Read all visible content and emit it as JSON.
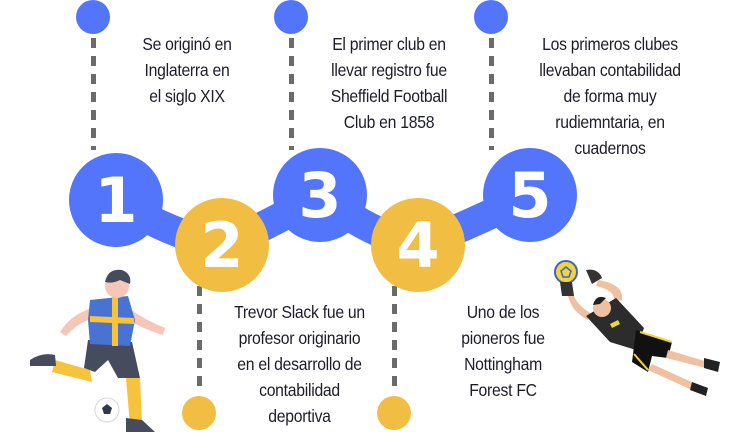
{
  "colors": {
    "blue": "#5275fb",
    "yellow": "#f1bd42",
    "dash": "#6b6b6b",
    "text": "#1d1d2b",
    "background": "#ffffff"
  },
  "timeline": {
    "steps": [
      {
        "number": "1",
        "color": "blue",
        "text_lines": [
          "Se originó en",
          "Inglaterra en",
          "el siglo XIX"
        ]
      },
      {
        "number": "2",
        "color": "yellow",
        "text_lines": [
          "Trevor Slack fue un",
          "profesor originario",
          "en el desarrollo de",
          "contabilidad",
          "deportiva"
        ]
      },
      {
        "number": "3",
        "color": "blue",
        "text_lines": [
          "El primer club en",
          "llevar registro fue",
          "Sheffield Football",
          "Club en 1858"
        ]
      },
      {
        "number": "4",
        "color": "yellow",
        "text_lines": [
          "Uno de los",
          "pioneros fue",
          "Nottingham",
          "Forest FC"
        ]
      },
      {
        "number": "5",
        "color": "blue",
        "text_lines": [
          "Los primeros clubes",
          "llevaban contabilidad",
          "de forma muy",
          "rudiemntaria, en",
          "cuadernos"
        ]
      }
    ]
  },
  "illustrations": {
    "left": "soccer-player-kicking-ball",
    "right": "goalkeeper-diving-catching-ball"
  }
}
